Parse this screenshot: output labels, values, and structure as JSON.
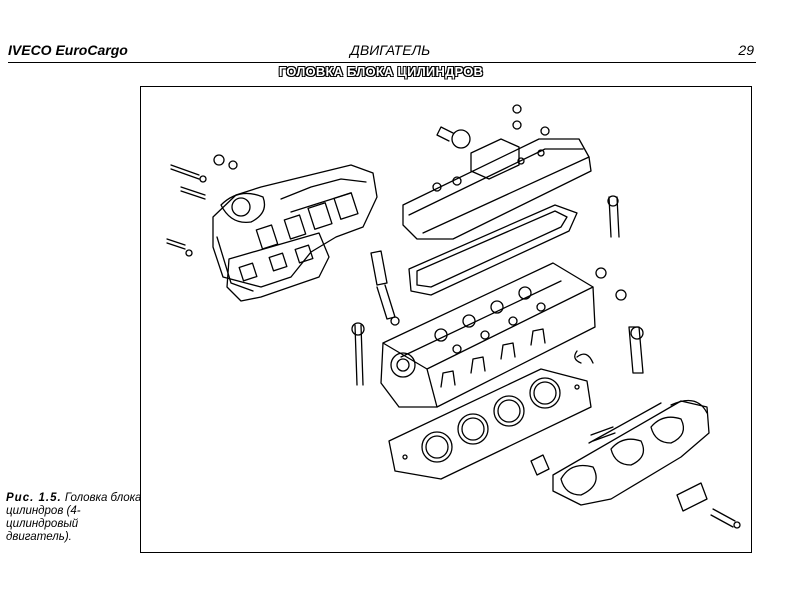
{
  "header": {
    "brand": "IVECO EuroCargo",
    "section": "ДВИГАТЕЛЬ",
    "page_number": "29"
  },
  "banner": {
    "title": "ГОЛОВКА БЛОКА ЦИЛИНДРОВ"
  },
  "figure": {
    "caption_label": "Рис. 1.5.",
    "caption_text": "Головка блока цилиндров (4-цилиндровый двигатель)."
  }
}
